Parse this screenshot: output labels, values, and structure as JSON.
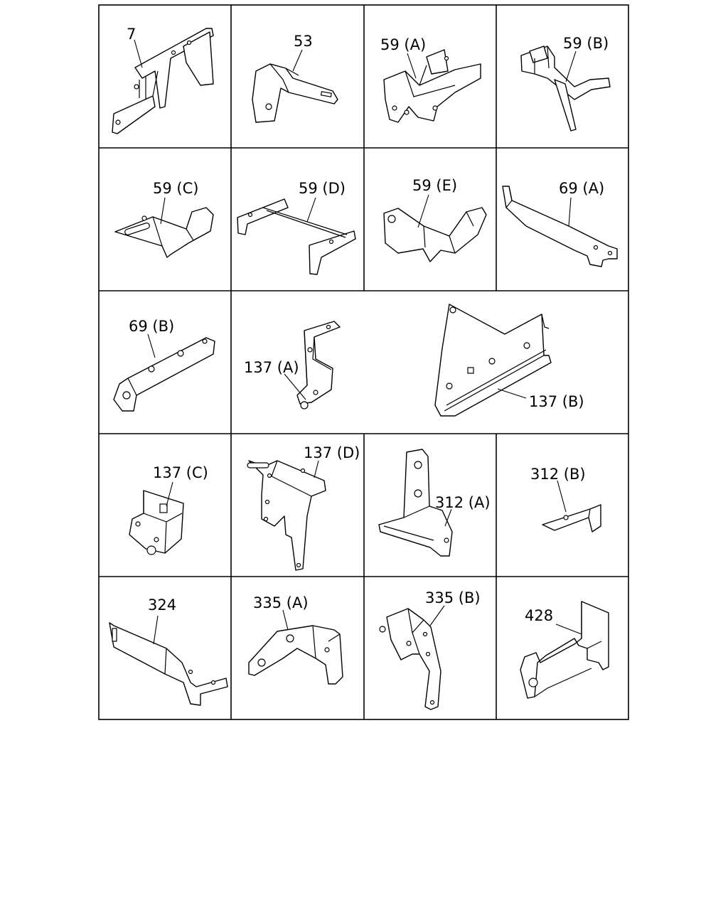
{
  "parts": [
    {
      "id": "7",
      "label": "7"
    },
    {
      "id": "53",
      "label": "53"
    },
    {
      "id": "59a",
      "label": "59 (A)"
    },
    {
      "id": "59b",
      "label": "59 (B)"
    },
    {
      "id": "59c",
      "label": "59 (C)"
    },
    {
      "id": "59d",
      "label": "59 (D)"
    },
    {
      "id": "59e",
      "label": "59 (E)"
    },
    {
      "id": "69a",
      "label": "69 (A)"
    },
    {
      "id": "69b",
      "label": "69 (B)"
    },
    {
      "id": "137a",
      "label": "137 (A)"
    },
    {
      "id": "137b",
      "label": "137 (B)"
    },
    {
      "id": "137c",
      "label": "137 (C)"
    },
    {
      "id": "137d",
      "label": "137 (D)"
    },
    {
      "id": "312a",
      "label": "312 (A)"
    },
    {
      "id": "312b",
      "label": "312 (B)"
    },
    {
      "id": "324",
      "label": "324"
    },
    {
      "id": "335a",
      "label": "335 (A)"
    },
    {
      "id": "335b",
      "label": "335 (B)"
    },
    {
      "id": "428",
      "label": "428"
    }
  ]
}
